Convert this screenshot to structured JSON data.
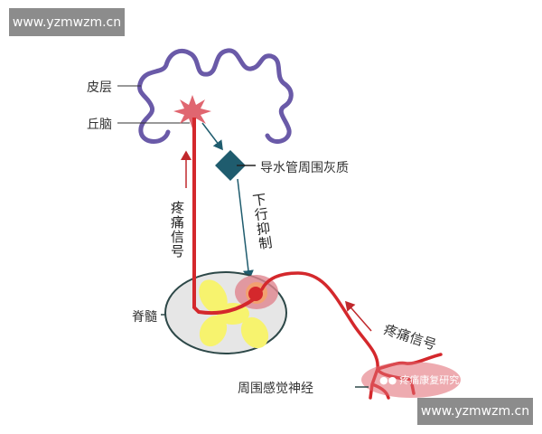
{
  "watermarks": {
    "top_left": "www.yzmwzm.cn",
    "bottom_right": "www.yzmwzm.cn",
    "account": "疼痛康复研究"
  },
  "labels": {
    "cortex": "皮层",
    "thalamus": "丘脑",
    "pag": "导水管周围灰质",
    "descending": "下行抑制",
    "pain_signal_ascending": "疼痛信号",
    "spinal_cord": "脊髓",
    "pain_signal_peripheral": "疼痛信号",
    "peripheral_nerve": "周围感觉神经"
  },
  "colors": {
    "cortex": "#6a5aa8",
    "pain_path": "#d4282c",
    "pag": "#1f5c6e",
    "spinal_cord": "#e6e6e6",
    "grey_matter": "#f5f07a"
  },
  "icons": {
    "account": "wechat-icon"
  }
}
